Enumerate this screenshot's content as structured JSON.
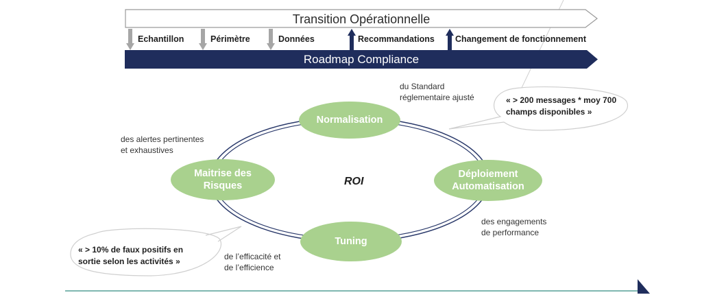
{
  "header": {
    "top_banner": "Transition Opérationnelle",
    "bottom_banner": "Roadmap Compliance",
    "steps": [
      {
        "label": "Echantillon",
        "direction": "down"
      },
      {
        "label": "Périmètre",
        "direction": "down"
      },
      {
        "label": "Données",
        "direction": "down"
      },
      {
        "label": "Recommandations",
        "direction": "up"
      },
      {
        "label": "Changement de fonctionnement",
        "direction": "up"
      }
    ]
  },
  "cycle": {
    "center": "ROI",
    "nodes": {
      "top": "Normalisation",
      "right_line1": "Déploiement",
      "right_line2": "Automatisation",
      "bottom": "Tuning",
      "left_line1": "Maitrise des",
      "left_line2": "Risques"
    },
    "notes": {
      "top_line1": "du Standard",
      "top_line2": "réglementaire ajusté",
      "right_line1": "des engagements",
      "right_line2": "de performance",
      "bottom_line1": "de l’efficacité et",
      "bottom_line2": "de l’efficience",
      "left_line1": "des alertes pertinentes",
      "left_line2": "et exhaustives"
    }
  },
  "callouts": {
    "right_line1": "« > 200 messages * moy 700",
    "right_line2": "champs disponibles »",
    "left_line1": "« > 10% de faux positifs en",
    "left_line2": "sortie selon les activités »"
  },
  "colors": {
    "navy": "#1f2d5c",
    "node_green": "#a9d18e",
    "down_arrow_gray": "#a6a6a6",
    "teal_rule": "#7fb8b0"
  }
}
